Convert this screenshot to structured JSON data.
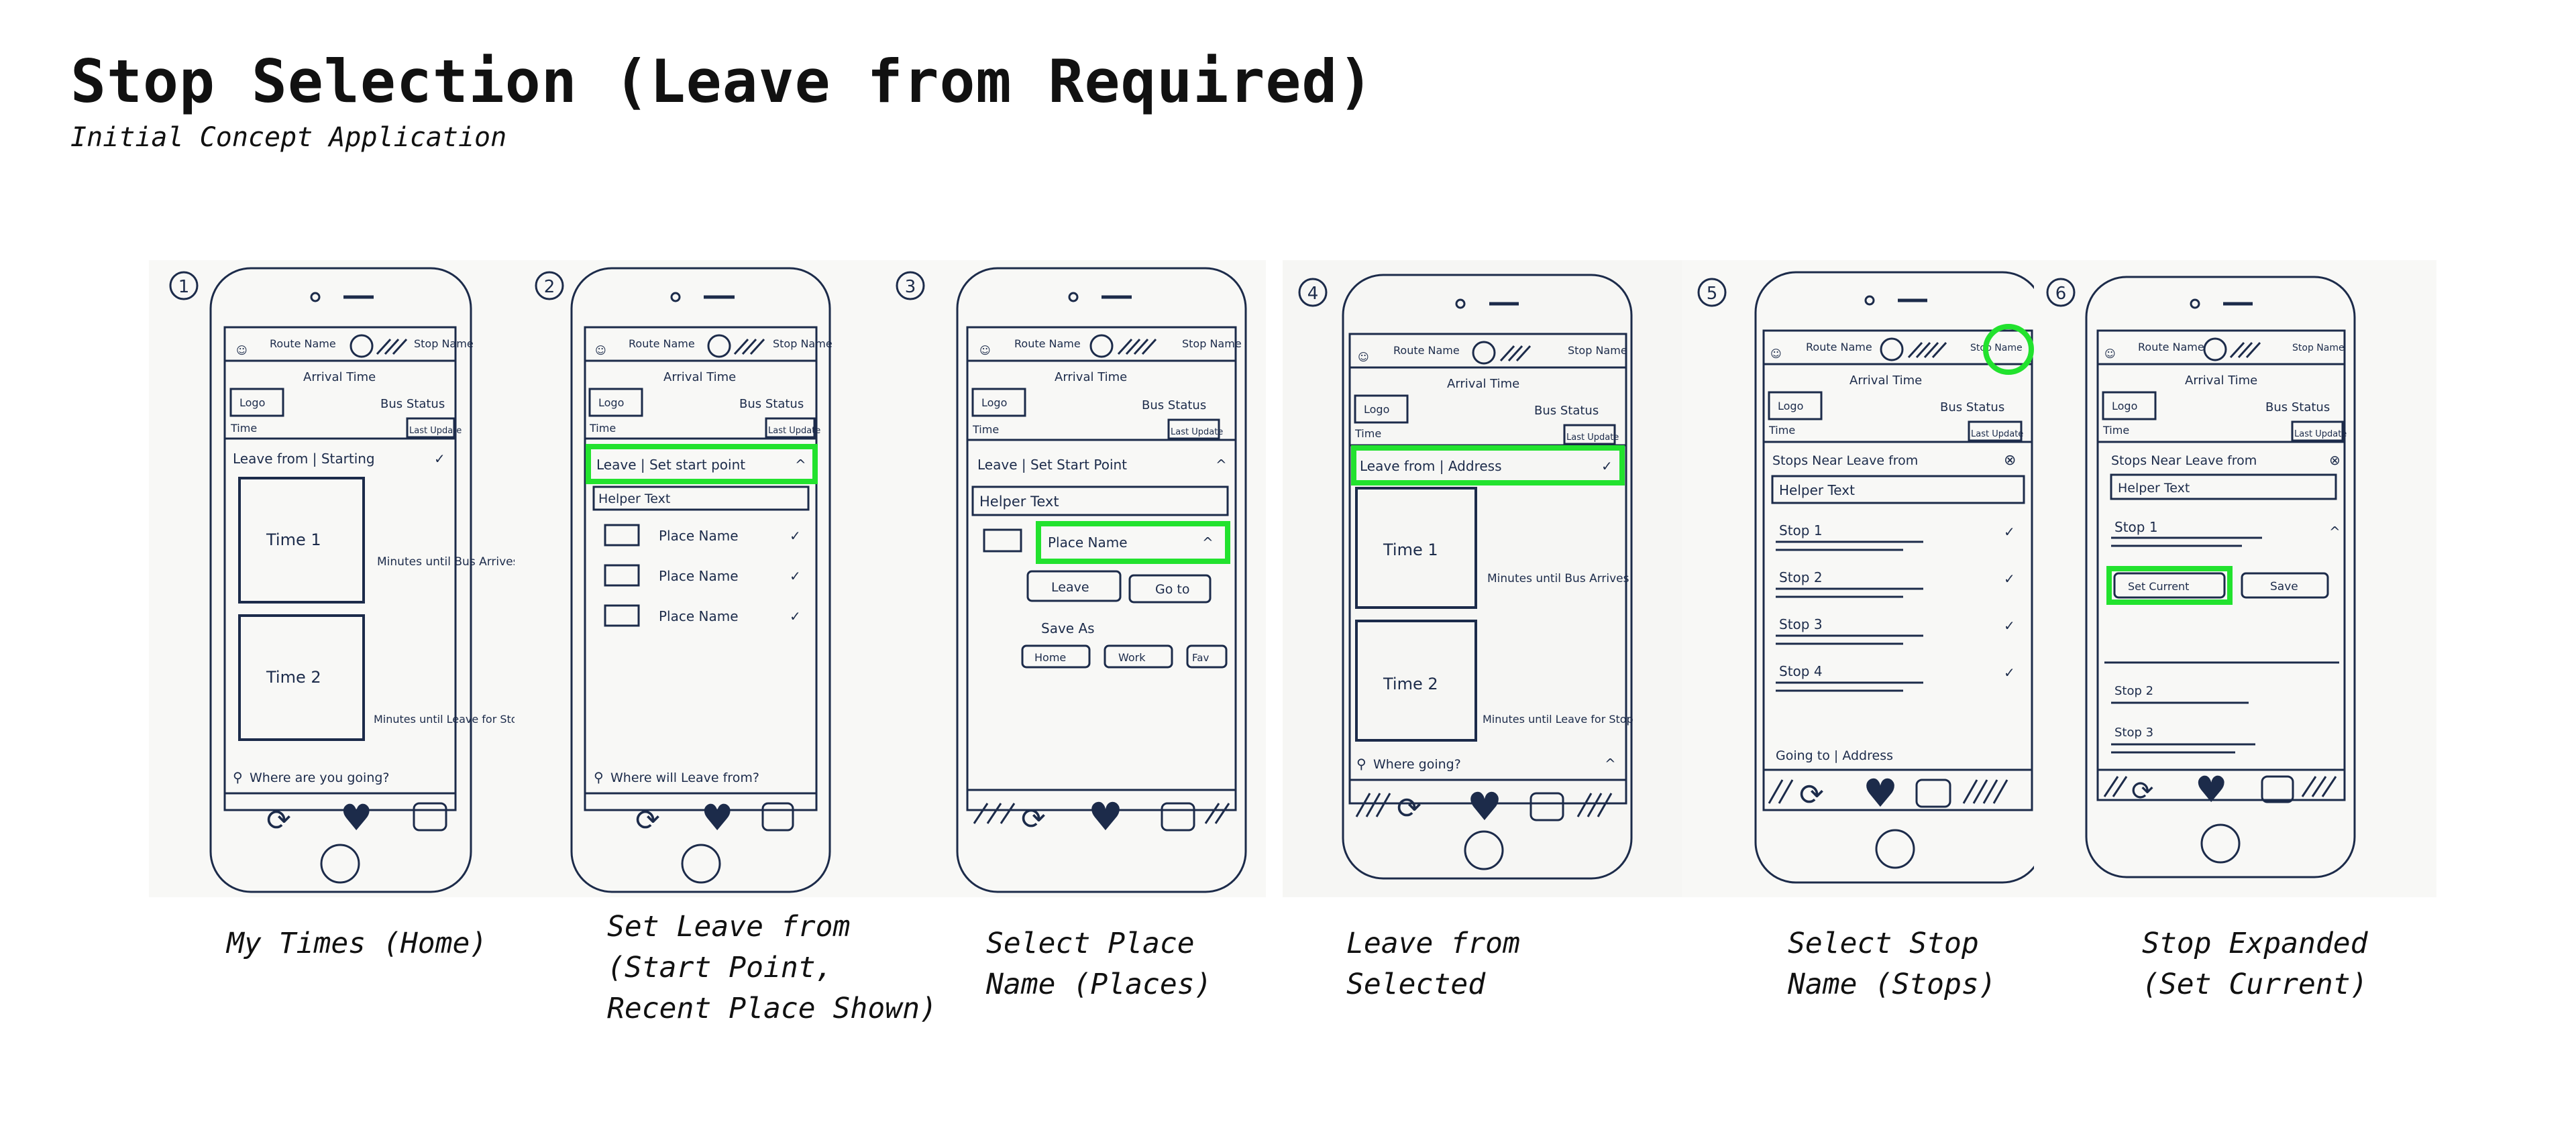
{
  "title": "Stop Selection (Leave from Required)",
  "subtitle": "Initial Concept Application",
  "colors": {
    "highlight": "#22e22e",
    "ink": "#1c2b4a",
    "paper": "#f7f7f5"
  },
  "header": {
    "route": "Route Name",
    "stop": "Stop Name",
    "arrival": "Arrival Time",
    "logo": "Logo",
    "bus_status": "Bus Status",
    "time": "Time",
    "last_update": "Last Update"
  },
  "panels": [
    {
      "number": "1",
      "caption": [
        "My Times (Home)"
      ],
      "leave_row": "Leave from | Starting",
      "time1": "Time 1",
      "time2": "Time 2",
      "note1": "Minutes until Bus Arrives",
      "note2": "Minutes until Leave for Stop",
      "search": "Where are you going?"
    },
    {
      "number": "2",
      "caption": [
        "Set Leave from",
        "(Start Point,",
        "Recent Place Shown)"
      ],
      "leave_row": "Leave | Set start point",
      "helper": "Helper Text",
      "places": [
        "Place Name",
        "Place Name",
        "Place Name"
      ],
      "search": "Where will Leave from?"
    },
    {
      "number": "3",
      "caption": [
        "Select Place",
        "Name (Places)"
      ],
      "leave_row": "Leave | Set Start Point",
      "helper": "Helper Text",
      "place": "Place Name",
      "btn_leave": "Leave",
      "btn_goto": "Go to",
      "save_as": "Save As",
      "save_opts": [
        "Home",
        "Work",
        "Fav"
      ]
    },
    {
      "number": "4",
      "caption": [
        "Leave from",
        "Selected"
      ],
      "leave_row": "Leave from | Address",
      "time1": "Time 1",
      "time2": "Time 2",
      "note1": "Minutes until Bus Arrives",
      "note2": "Minutes until Leave for Stop",
      "search": "Where going?"
    },
    {
      "number": "5",
      "caption": [
        "Select Stop",
        "Name (Stops)"
      ],
      "stops_header": "Stops Near Leave from",
      "helper": "Helper Text",
      "stops": [
        "Stop 1",
        "Stop 2",
        "Stop 3",
        "Stop 4"
      ],
      "footer": "Going to | Address"
    },
    {
      "number": "6",
      "caption": [
        "Stop Expanded",
        "(Set Current)"
      ],
      "stops_header": "Stops Near Leave from",
      "helper": "Helper Text",
      "stop": "Stop 1",
      "btn_set": "Set Current",
      "btn_save": "Save",
      "stops_more": [
        "Stop 2",
        "Stop 3"
      ]
    }
  ]
}
